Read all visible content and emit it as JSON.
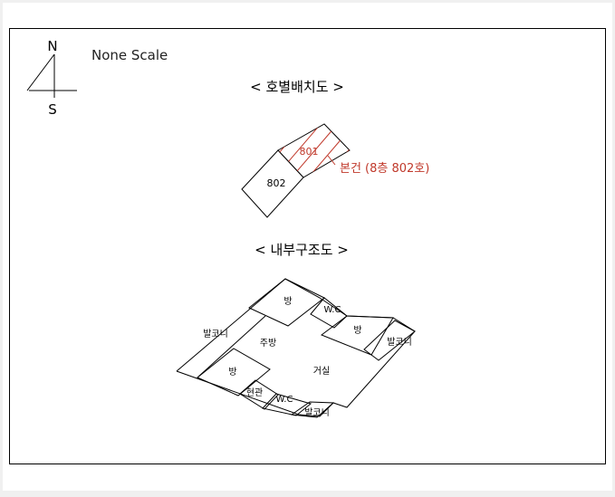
{
  "compass": {
    "north": "N",
    "south": "S"
  },
  "scale_note": "None Scale",
  "unit_layout": {
    "title": "< 호별배치도 >",
    "units": [
      {
        "name": "801",
        "highlighted": true
      },
      {
        "name": "802",
        "highlighted": false
      }
    ],
    "callout": "본건 (8층 802호)"
  },
  "floor_plan": {
    "title": "< 내부구조도 >",
    "rooms": {
      "room_top": "방",
      "wc_top": "W.C",
      "room_right": "방",
      "balcony_right": "발코니",
      "balcony_left": "발코니",
      "kitchen": "주방",
      "room_left": "방",
      "living": "거실",
      "entrance": "현관",
      "wc_bottom": "W.C",
      "balcony_bottom": "발코니"
    }
  },
  "colors": {
    "highlight": "#c0392b",
    "line": "#000000",
    "paper": "#ffffff"
  }
}
